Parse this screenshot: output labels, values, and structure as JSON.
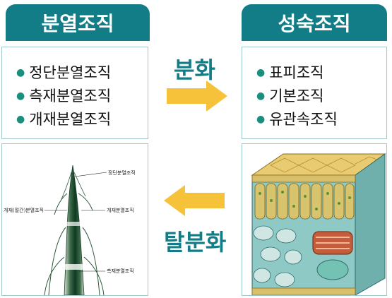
{
  "left_panel": {
    "title": "분열조직",
    "items": [
      "정단분열조직",
      "측재분열조직",
      "개재분열조직"
    ]
  },
  "right_panel": {
    "title": "성숙조직",
    "items": [
      "표피조직",
      "기본조직",
      "유관속조직"
    ]
  },
  "arrows": {
    "differentiation_label": "분화",
    "dedifferentiation_label": "탈분화"
  },
  "shoot_diagram_labels": {
    "apical": "정단분열조직",
    "intercalary_node": "개재(절간)분열조직",
    "intercalary": "개재분열조직",
    "lateral": "측재분열조직"
  },
  "colors": {
    "header_bg": "#127c87",
    "arrow": "#f5c23a",
    "label_text": "#127c87"
  }
}
